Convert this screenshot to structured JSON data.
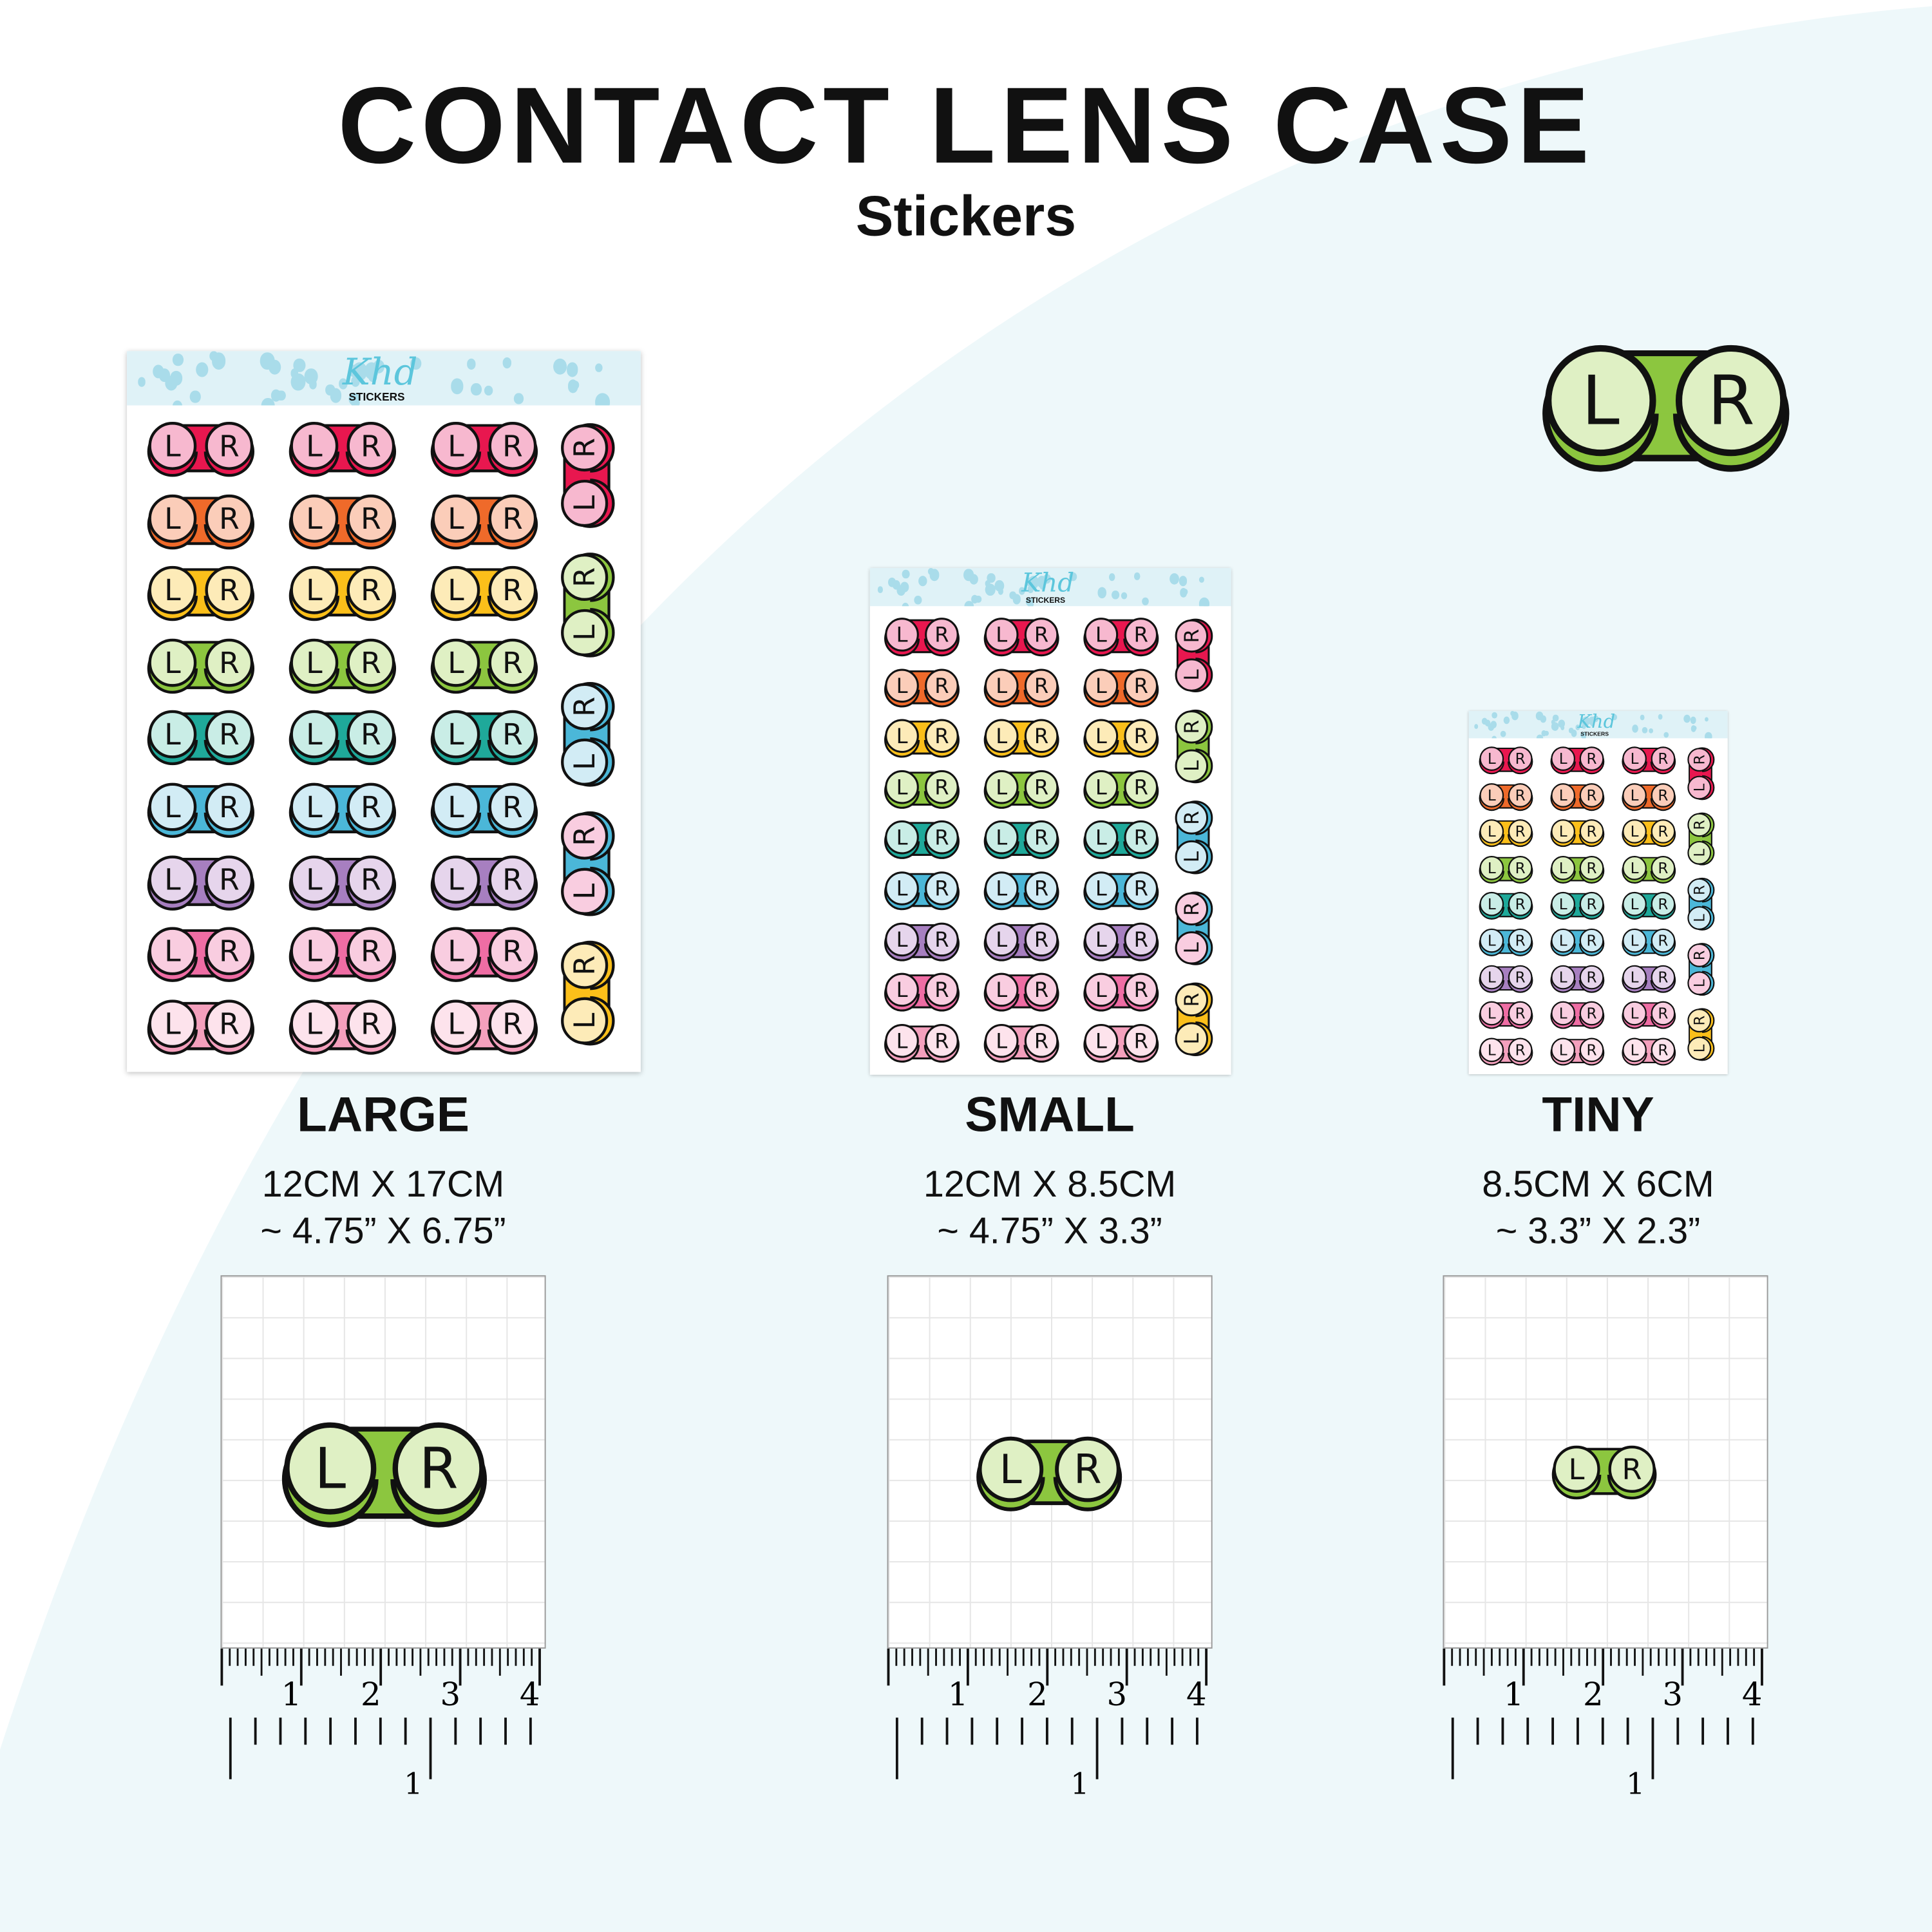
{
  "title": "CONTACT LENS CASE",
  "subtitle": "Stickers",
  "logo": {
    "script": "Khd",
    "text": "STICKERS"
  },
  "sticker_letters": {
    "left": "L",
    "right": "R"
  },
  "palette": [
    {
      "name": "pink",
      "light": "#f7b8cf",
      "dark": "#e8174f"
    },
    {
      "name": "peach",
      "light": "#fbcdb9",
      "dark": "#ef6a2a"
    },
    {
      "name": "yellow",
      "light": "#fdebb8",
      "dark": "#fbbf1a"
    },
    {
      "name": "green",
      "light": "#dff0c4",
      "dark": "#8cc63f"
    },
    {
      "name": "teal",
      "light": "#c9ede6",
      "dark": "#1fa99a"
    },
    {
      "name": "blue",
      "light": "#d2ecf5",
      "dark": "#4bb7d8"
    },
    {
      "name": "purple",
      "light": "#e6d5ec",
      "dark": "#a77fc0"
    },
    {
      "name": "rose",
      "light": "#f9cde0",
      "dark": "#ef6da4"
    },
    {
      "name": "blush",
      "light": "#fde3ec",
      "dark": "#f4a0bd"
    }
  ],
  "vertical_palette": [
    {
      "light": "#f7b8cf",
      "dark": "#e8174f"
    },
    {
      "light": "#dff0c4",
      "dark": "#8cc63f"
    },
    {
      "light": "#d2ecf5",
      "dark": "#4bb7d8"
    },
    {
      "light": "#f9cde0",
      "dark": "#4bb7d8"
    },
    {
      "light": "#fdebb8",
      "dark": "#fbbf1a"
    }
  ],
  "sizes": [
    {
      "label": "LARGE",
      "metric": "12CM X 17CM",
      "imperial": "~ 4.75” X 6.75”"
    },
    {
      "label": "SMALL",
      "metric": "12CM X 8.5CM",
      "imperial": "~ 4.75” X 3.3”"
    },
    {
      "label": "TINY",
      "metric": "8.5CM X 6CM",
      "imperial": "~ 3.3” X 2.3”"
    }
  ],
  "ruler": {
    "cm_labels": [
      "1",
      "2",
      "3",
      "4"
    ],
    "inch_labels": [
      "1"
    ]
  }
}
